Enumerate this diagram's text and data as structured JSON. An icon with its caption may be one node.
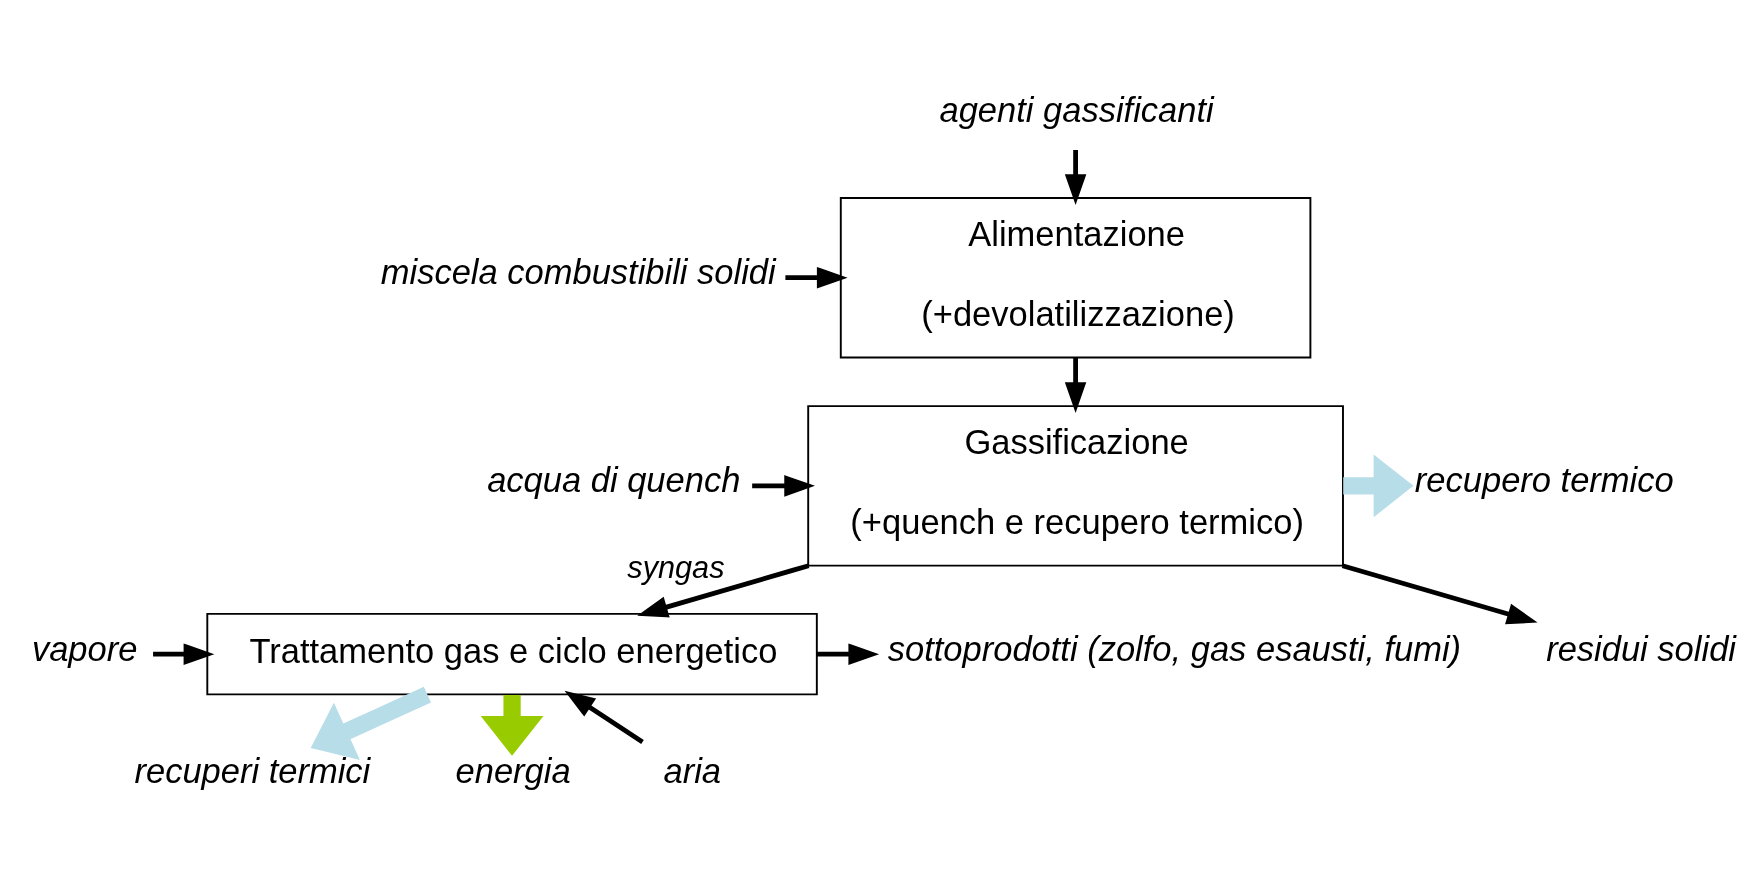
{
  "diagram": {
    "nodes": [
      {
        "text": [
          "Alimentazione",
          "(+devolatilizzazione)"
        ]
      },
      {
        "text": [
          "Gassificazione",
          "(+quench e recupero termico)"
        ]
      },
      {
        "text": [
          "Trattamento gas e ciclo energetico"
        ]
      },
      {
        "text": [
          "miscela combustibili solidi"
        ]
      },
      {
        "text": [
          "agenti gassificanti"
        ]
      },
      {
        "text": [
          "acqua di quench"
        ]
      },
      {
        "text": [
          "recupero termico"
        ]
      },
      {
        "text": [
          "residui solidi"
        ]
      },
      {
        "text": [
          "vapore"
        ]
      },
      {
        "text": [
          "aria"
        ]
      },
      {
        "text": [
          "sottoprodotti (zolfo, gas esausti, fumi)"
        ]
      },
      {
        "text": [
          "recuperi termici"
        ]
      },
      {
        "text": [
          "energia"
        ]
      }
    ],
    "edges": [
      {
        "from": 3,
        "to": 0,
        "arrow": "to"
      },
      {
        "from": 4,
        "to": 0,
        "arrow": "to"
      },
      {
        "from": 0,
        "to": 1,
        "arrow": "to"
      },
      {
        "from": 5,
        "to": 1,
        "arrow": "to"
      },
      {
        "from": 1,
        "to": 6,
        "arrow": "to",
        "style": "thick",
        "color": "#b7dde8"
      },
      {
        "from": 1,
        "to": 7,
        "arrow": "to"
      },
      {
        "from": 1,
        "to": 2,
        "arrow": "to",
        "label": "syngas"
      },
      {
        "from": 8,
        "to": 2,
        "arrow": "to"
      },
      {
        "from": 9,
        "to": 2,
        "arrow": "to"
      },
      {
        "from": 2,
        "to": 10,
        "arrow": "to"
      },
      {
        "from": 2,
        "to": 11,
        "arrow": "to",
        "style": "thick",
        "color": "#b7dde8"
      },
      {
        "from": 2,
        "to": 12,
        "arrow": "to",
        "style": "thick",
        "color": "#99cc00"
      }
    ]
  }
}
